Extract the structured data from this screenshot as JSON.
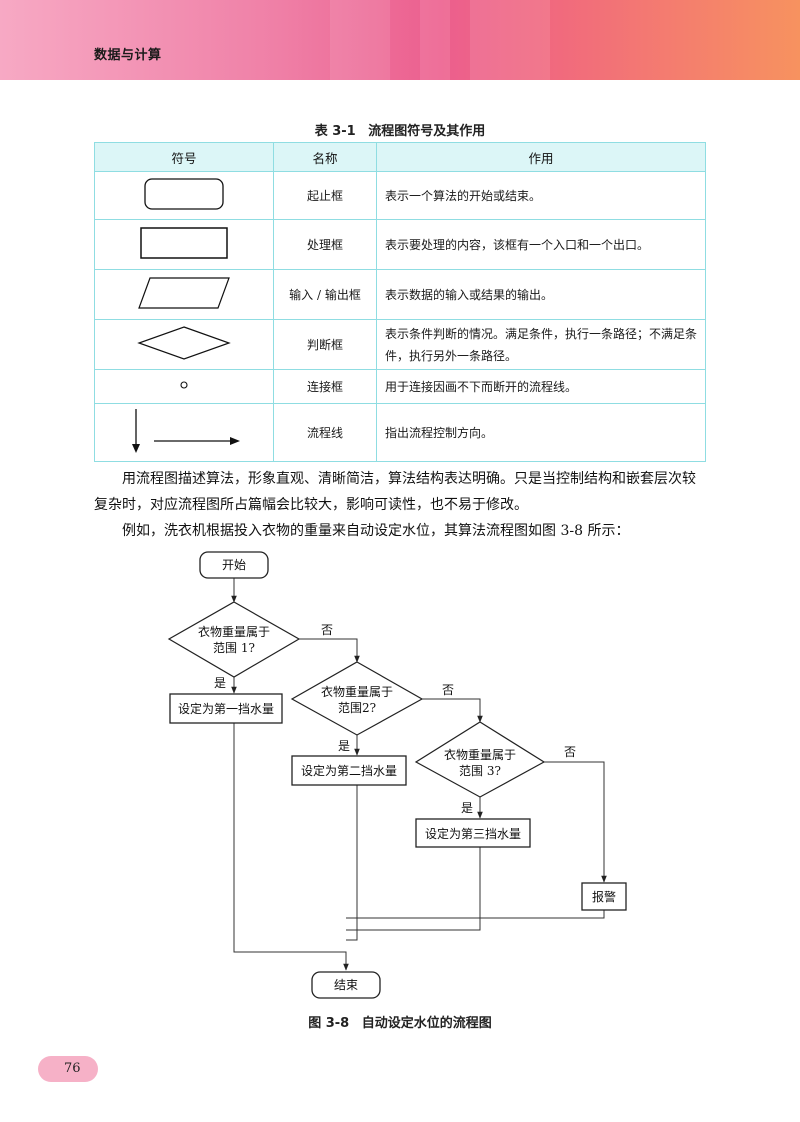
{
  "header": {
    "title": "数据与计算"
  },
  "table": {
    "caption_num": "表 3-1",
    "caption_text": "流程图符号及其作用",
    "headers": [
      "符号",
      "名称",
      "作用"
    ],
    "rows": [
      {
        "name": "起止框",
        "desc": "表示一个算法的开始或结束。"
      },
      {
        "name": "处理框",
        "desc": "表示要处理的内容，该框有一个入口和一个出口。"
      },
      {
        "name": "输入 / 输出框",
        "desc": "表示数据的输入或结果的输出。"
      },
      {
        "name": "判断框",
        "desc": "表示条件判断的情况。满足条件，执行一条路径；不满足条件，执行另外一条路径。"
      },
      {
        "name": "连接框",
        "desc": "用于连接因画不下而断开的流程线。"
      },
      {
        "name": "流程线",
        "desc": "指出流程控制方向。"
      }
    ]
  },
  "body": {
    "para1": "用流程图描述算法，形象直观、清晰简洁，算法结构表达明确。只是当控制结构和嵌套层次较复杂时，对应流程图所占篇幅会比较大，影响可读性，也不易于修改。",
    "para2": "例如，洗衣机根据投入衣物的重量来自动设定水位，其算法流程图如图 3-8 所示："
  },
  "flowchart": {
    "start": "开始",
    "end": "结束",
    "cond1": [
      "衣物重量属于",
      "范围 1?"
    ],
    "cond2": [
      "衣物重量属于",
      "范围2?"
    ],
    "cond3": [
      "衣物重量属于",
      "范围 3?"
    ],
    "yes": "是",
    "no": "否",
    "proc1": "设定为第一挡水量",
    "proc2": "设定为第二挡水量",
    "proc3": "设定为第三挡水量",
    "alarm": "报警"
  },
  "figure": {
    "caption_num": "图 3-8",
    "caption_text": "自动设定水位的流程图"
  },
  "page": {
    "number": "76"
  }
}
